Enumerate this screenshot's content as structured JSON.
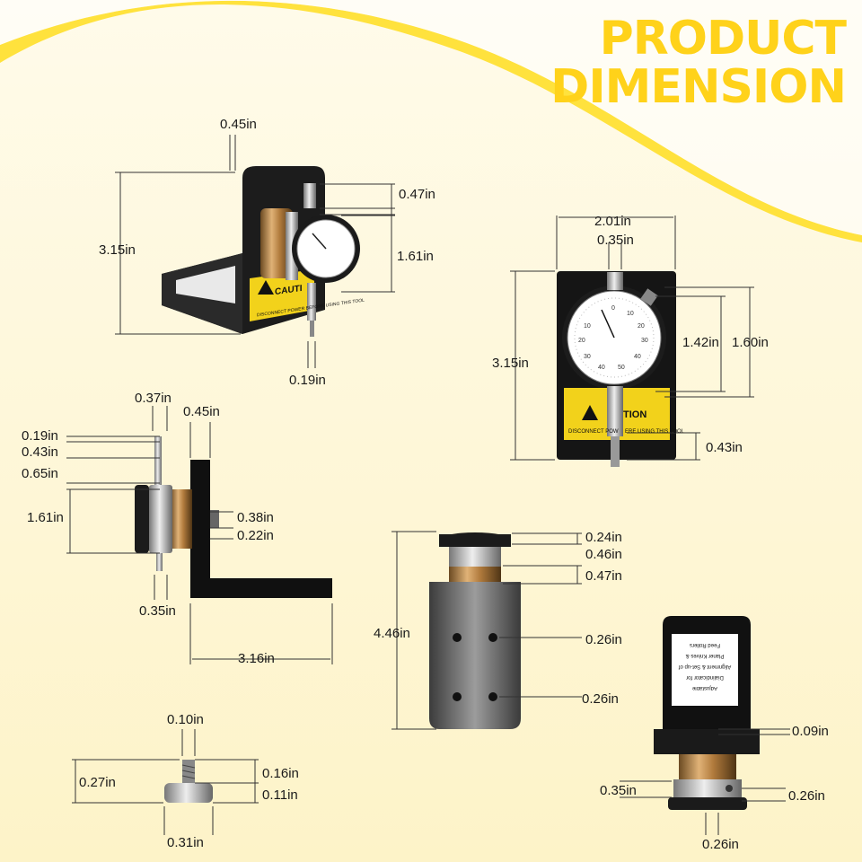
{
  "title": {
    "line1": "PRODUCT",
    "line2": "DIMENSION"
  },
  "colors": {
    "accent": "#ffd21a",
    "background": "#fdf7d6",
    "caution_yellow": "#f5d400"
  },
  "dims": {
    "v1_top": "0.45in",
    "v1_047": "0.47in",
    "v1_height": "3.15in",
    "v1_161": "1.61in",
    "v1_019": "0.19in",
    "v2_201": "2.01in",
    "v2_035": "0.35in",
    "v2_315": "3.15in",
    "v2_142": "1.42in",
    "v2_160": "1.60in",
    "v2_043": "0.43in",
    "v3_037": "0.37in",
    "v3_045": "0.45in",
    "v3_019": "0.19in",
    "v3_043": "0.43in",
    "v3_065": "0.65in",
    "v3_161": "1.61in",
    "v3_038": "0.38in",
    "v3_022": "0.22in",
    "v3_035": "0.35in",
    "v3_316": "3.16in",
    "v4_024": "0.24in",
    "v4_046": "0.46in",
    "v4_047": "0.47in",
    "v4_446": "4.46in",
    "v4_026a": "0.26in",
    "v4_026b": "0.26in",
    "v5_010": "0.10in",
    "v5_027": "0.27in",
    "v5_016": "0.16in",
    "v5_011": "0.11in",
    "v5_031": "0.31in",
    "v6_009": "0.09in",
    "v6_035": "0.35in",
    "v6_026a": "0.26in",
    "v6_026b": "0.26in"
  },
  "labels": {
    "caution_front": "CAUTI",
    "caution_back": "TION",
    "disconnect_front": "DISCONNECT POWER BEFORE USING THIS TOOL",
    "disconnect_back": "DISCONNECT POW",
    "disconnect_back_end": "ERE USING THIS TOOL",
    "sticker_line1": "Adjustable",
    "sticker_line2": "Dialindicator for",
    "sticker_line3": "Alignment & Set-up of",
    "sticker_line4": "Planer Knives &",
    "sticker_line5": "Feed Rollers"
  },
  "dial_numbers": [
    "0",
    "10",
    "20",
    "30",
    "40",
    "50",
    "40",
    "30",
    "20",
    "10"
  ]
}
